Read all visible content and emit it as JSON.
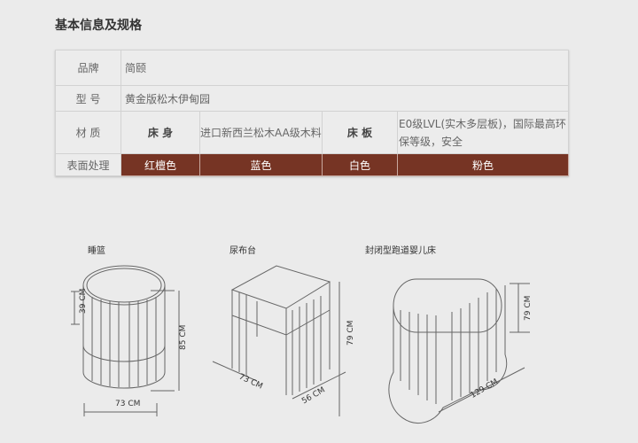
{
  "title": "基本信息及规格",
  "table": {
    "brand_label": "品牌",
    "brand_value": "简颐",
    "model_label": "型 号",
    "model_value": "黄金版松木伊甸园",
    "material_label": "材 质",
    "body_label": "床 身",
    "body_value": "进口新西兰松木AA级木料",
    "board_label": "床 板",
    "board_value": "E0级LVL(实木多层板)，国际最高环保等级，安全",
    "finish_label": "表面处理",
    "finishes": [
      "红檀色",
      "蓝色",
      "白色",
      "粉色"
    ],
    "finish_color": "#763424"
  },
  "diagrams": [
    {
      "label": "睡篮",
      "dims": [
        "39 CM",
        "85 CM",
        "73 CM"
      ]
    },
    {
      "label": "尿布台",
      "dims": [
        "79 CM",
        "73 CM",
        "56 CM"
      ]
    },
    {
      "label": "封闭型跑道婴儿床",
      "dims": [
        "79 CM",
        "129 CM"
      ]
    }
  ]
}
